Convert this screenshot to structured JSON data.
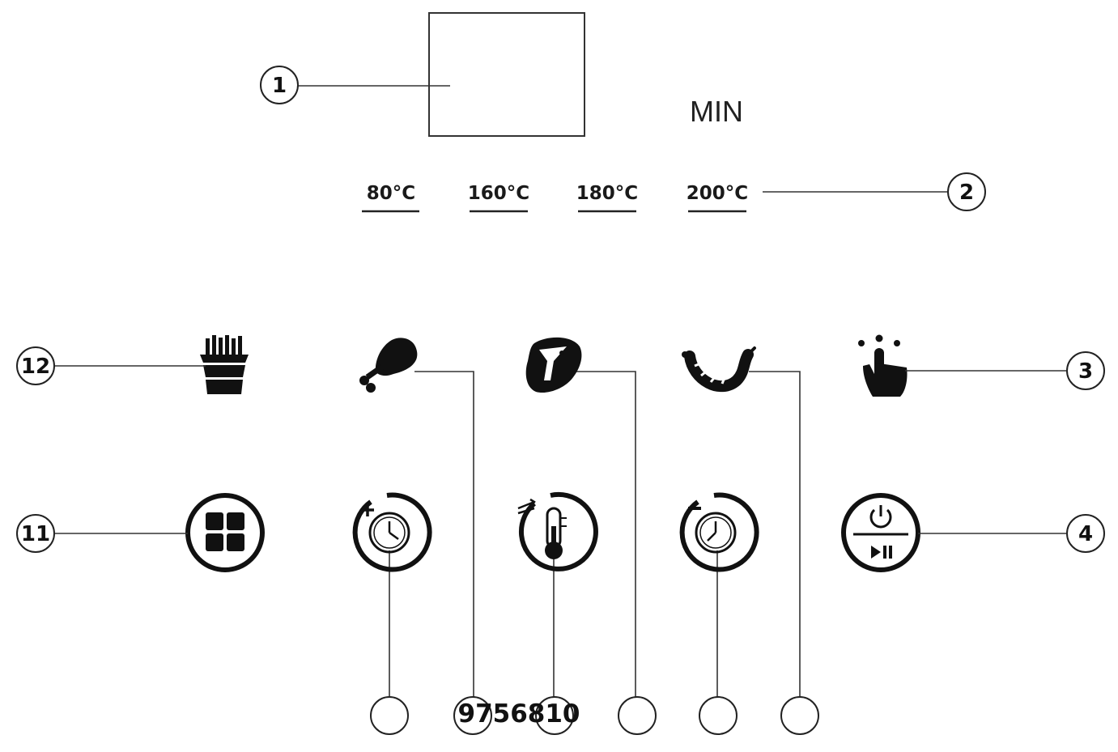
{
  "display": {
    "unit_label": "MIN"
  },
  "temperatures": [
    "80°C",
    "160°C",
    "180°C",
    "200°C"
  ],
  "callouts": {
    "c1": "1",
    "c2": "2",
    "c3": "3",
    "c4": "4",
    "c11": "11",
    "c12": "12"
  },
  "bottom_code": "9756810",
  "icons": {
    "fries": "fries-icon",
    "chicken": "chicken-leg-icon",
    "steak": "steak-icon",
    "shrimp": "shrimp-icon",
    "touch": "touch-hand-icon",
    "menu": "grid-menu-icon",
    "time_plus": "timer-plus-icon",
    "temp": "thermometer-icon",
    "time_minus": "timer-minus-icon",
    "power": "power-play-pause-icon"
  },
  "colors": {
    "ink": "#111111",
    "line": "#333333"
  }
}
